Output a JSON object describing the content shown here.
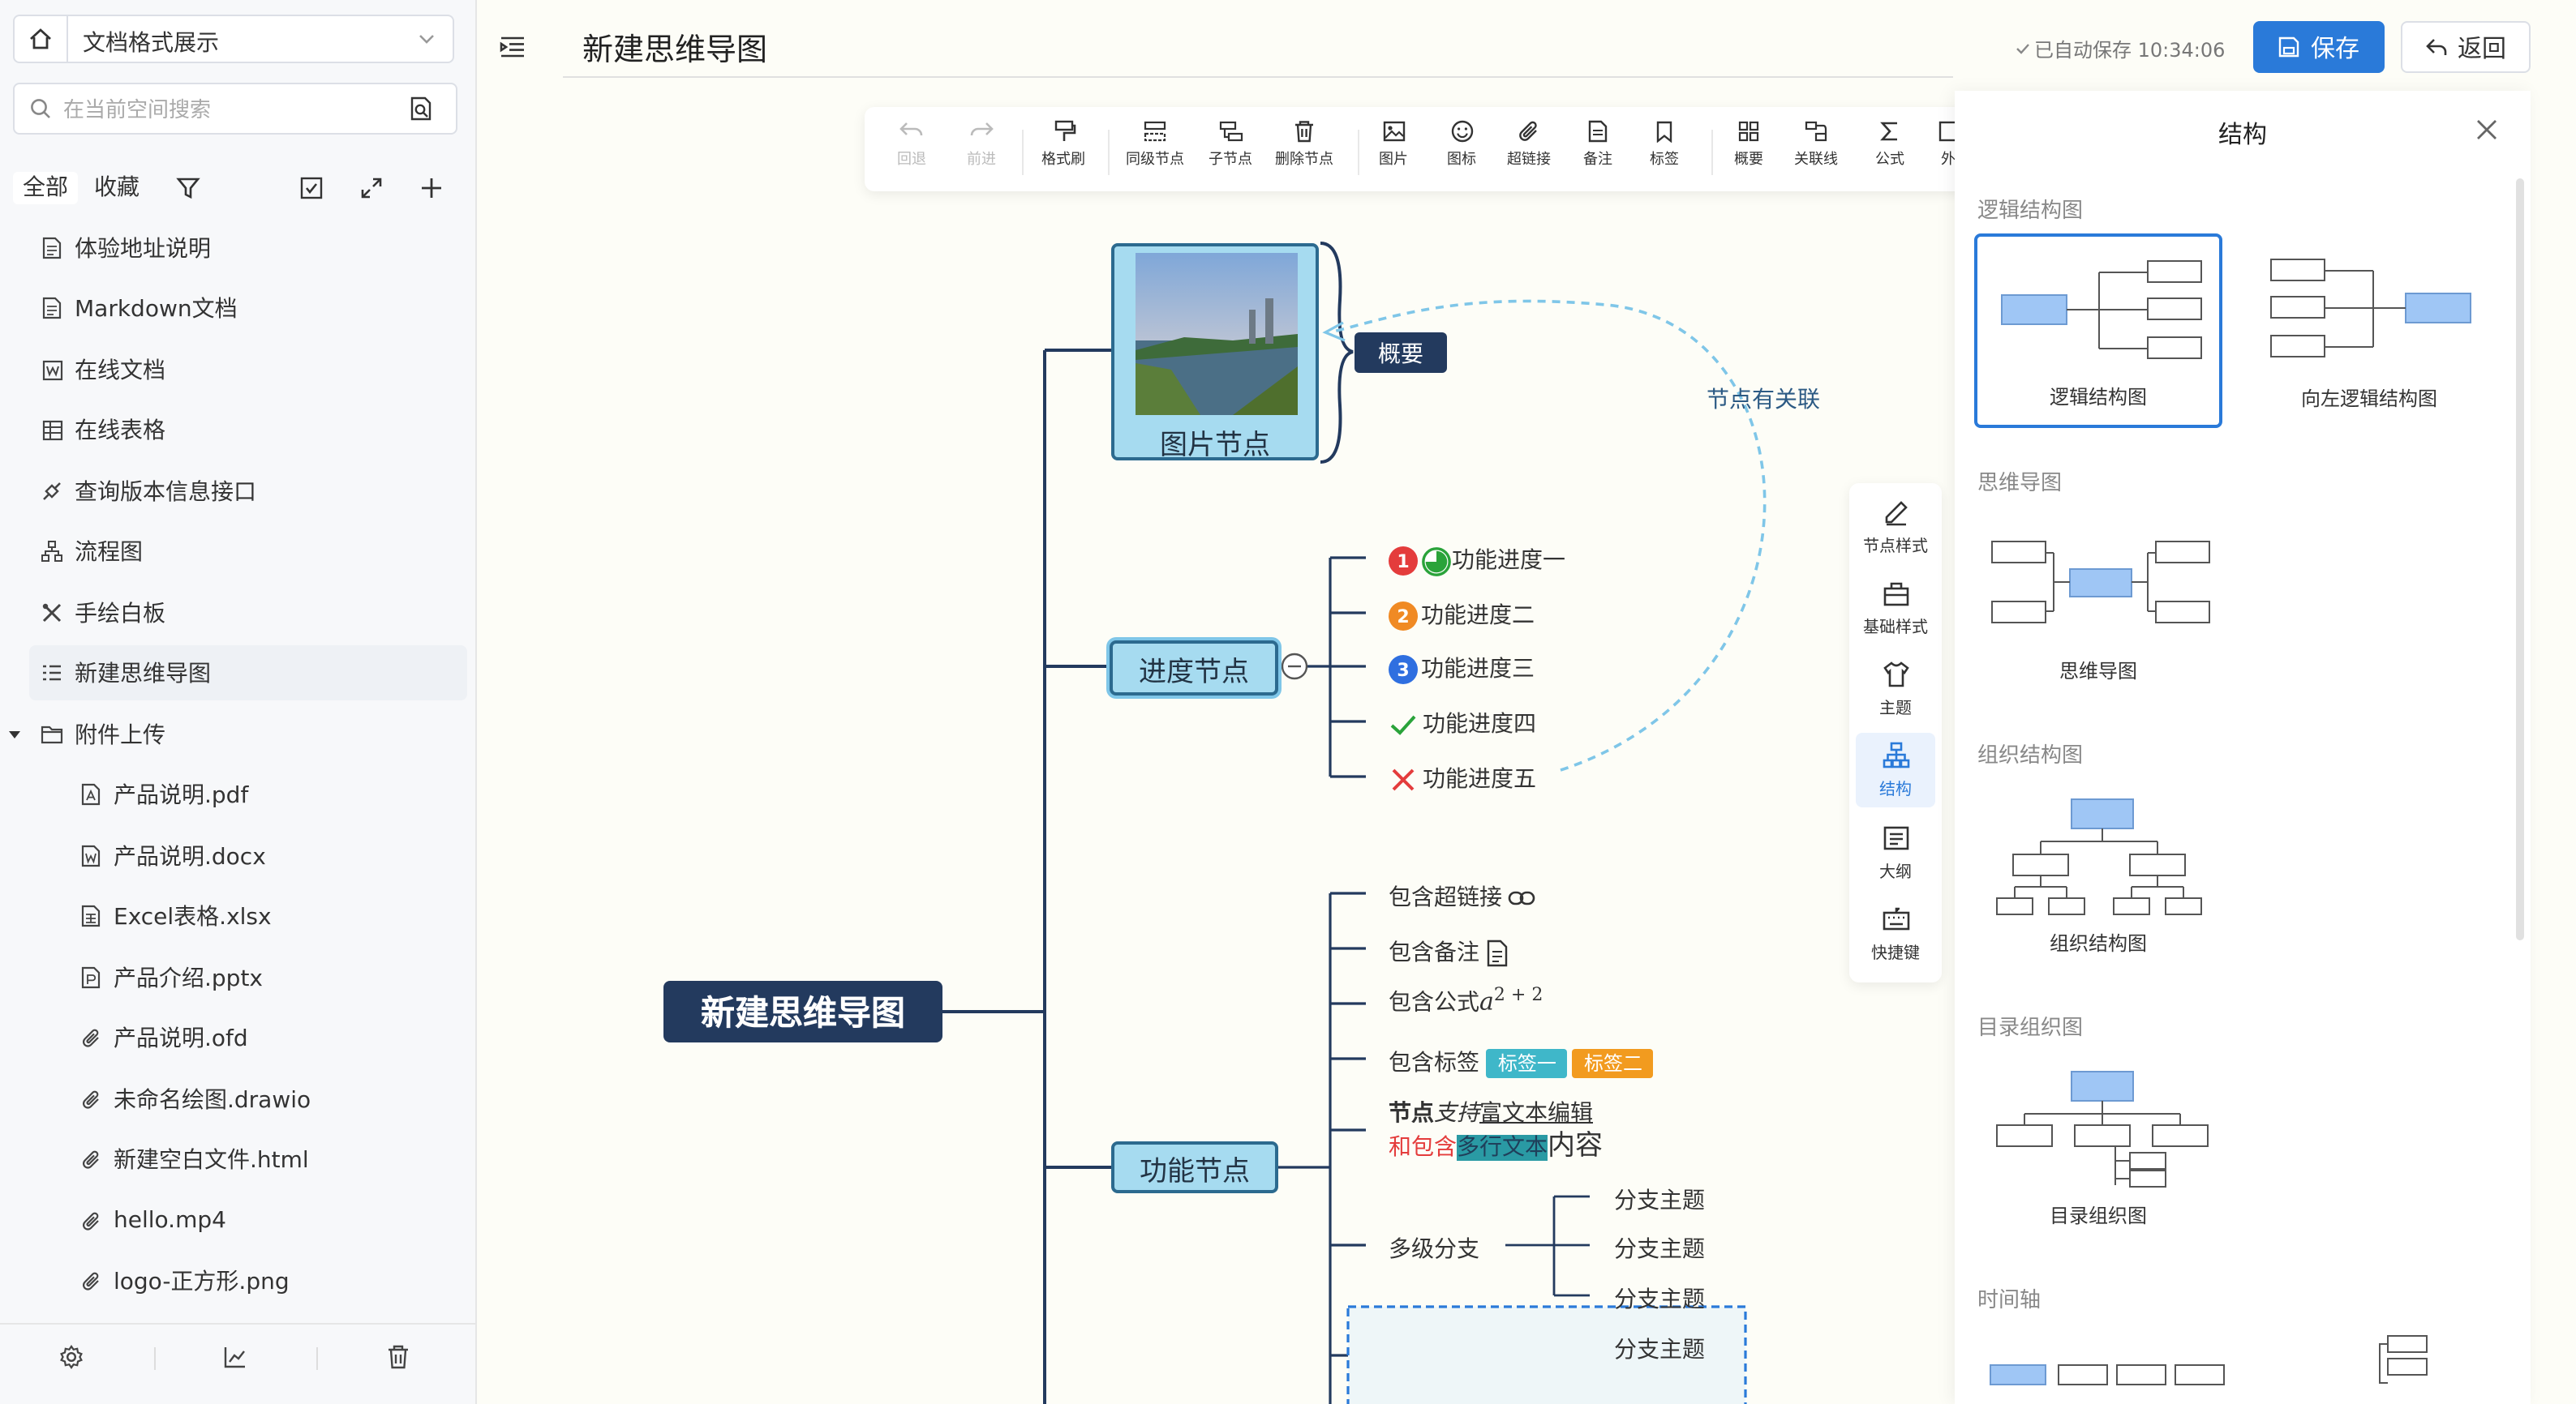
{
  "sidebar": {
    "space_name": "文档格式展示",
    "search_placeholder": "在当前空间搜索",
    "tabs": [
      "全部",
      "收藏"
    ],
    "items": [
      {
        "label": "体验地址说明",
        "icon": "doc-icon"
      },
      {
        "label": "Markdown文档",
        "icon": "doc-icon"
      },
      {
        "label": "在线文档",
        "icon": "word-icon"
      },
      {
        "label": "在线表格",
        "icon": "table-icon"
      },
      {
        "label": "查询版本信息接口",
        "icon": "api-icon"
      },
      {
        "label": "流程图",
        "icon": "flowchart-icon"
      },
      {
        "label": "手绘白板",
        "icon": "whiteboard-icon"
      },
      {
        "label": "新建思维导图",
        "icon": "mindmap-icon"
      },
      {
        "label": "附件上传",
        "icon": "folder-icon"
      }
    ],
    "children": [
      {
        "label": "产品说明.pdf",
        "icon": "pdf-icon"
      },
      {
        "label": "产品说明.docx",
        "icon": "word-icon"
      },
      {
        "label": "Excel表格.xlsx",
        "icon": "excel-icon"
      },
      {
        "label": "产品介绍.pptx",
        "icon": "ppt-icon"
      },
      {
        "label": "产品说明.ofd",
        "icon": "attachment-icon"
      },
      {
        "label": "未命名绘图.drawio",
        "icon": "attachment-icon"
      },
      {
        "label": "新建空白文件.html",
        "icon": "attachment-icon"
      },
      {
        "label": "hello.mp4",
        "icon": "attachment-icon"
      },
      {
        "label": "logo-正方形.png",
        "icon": "attachment-icon"
      }
    ]
  },
  "header": {
    "title": "新建思维导图",
    "autosave": "已自动保存 10:34:06",
    "save_label": "保存",
    "back_label": "返回"
  },
  "toolbar": {
    "undo": "回退",
    "redo": "前进",
    "format_painter": "格式刷",
    "sibling": "同级节点",
    "child": "子节点",
    "delete": "删除节点",
    "image": "图片",
    "icon": "图标",
    "hyperlink": "超链接",
    "note": "备注",
    "tag": "标签",
    "summary": "概要",
    "relation": "关联线",
    "formula": "公式",
    "external": "外"
  },
  "sidetools": {
    "node_style": "节点样式",
    "base_style": "基础样式",
    "theme": "主题",
    "structure": "结构",
    "outline": "大纲",
    "shortcuts": "快捷键"
  },
  "panel": {
    "title": "结构",
    "sections": {
      "logic": "逻辑结构图",
      "mind": "思维导图",
      "org": "组织结构图",
      "catalog": "目录组织图",
      "timeline": "时间轴"
    },
    "cards": {
      "logic_right": "逻辑结构图",
      "logic_left": "向左逻辑结构图",
      "mindmap": "思维导图",
      "org": "组织结构图",
      "catalog": "目录组织图"
    }
  },
  "mindmap": {
    "root": "新建思维导图",
    "image_node": "图片节点",
    "summary": "概要",
    "relation_label": "节点有关联",
    "progress_node": "进度节点",
    "progress_items": [
      "功能进度一",
      "功能进度二",
      "功能进度三",
      "功能进度四",
      "功能进度五"
    ],
    "badges": [
      "1",
      "2",
      "3"
    ],
    "feature_node": "功能节点",
    "feature_items": {
      "link": "包含超链接",
      "note": "包含备注",
      "formula": "包含公式",
      "formula_base": "a",
      "formula_exp": "2 + 2",
      "tag": "包含标签",
      "tag1": "标签一",
      "tag2": "标签二",
      "rich1_bold": "节点",
      "rich1_italic": "支持",
      "rich1_underline": "富文本编辑",
      "rich2_red": "和包含",
      "rich2_hl": "多行文本",
      "rich2_big": "内容",
      "multi": "多级分支"
    },
    "branches": [
      "分支主题",
      "分支主题",
      "分支主题",
      "分支主题"
    ]
  },
  "colors": {
    "primary": "#2a7ad9",
    "root_bg": "#233a5e",
    "node_bg": "#a6dbf0",
    "line": "#233a5e",
    "relation": "#7fc6e8"
  }
}
